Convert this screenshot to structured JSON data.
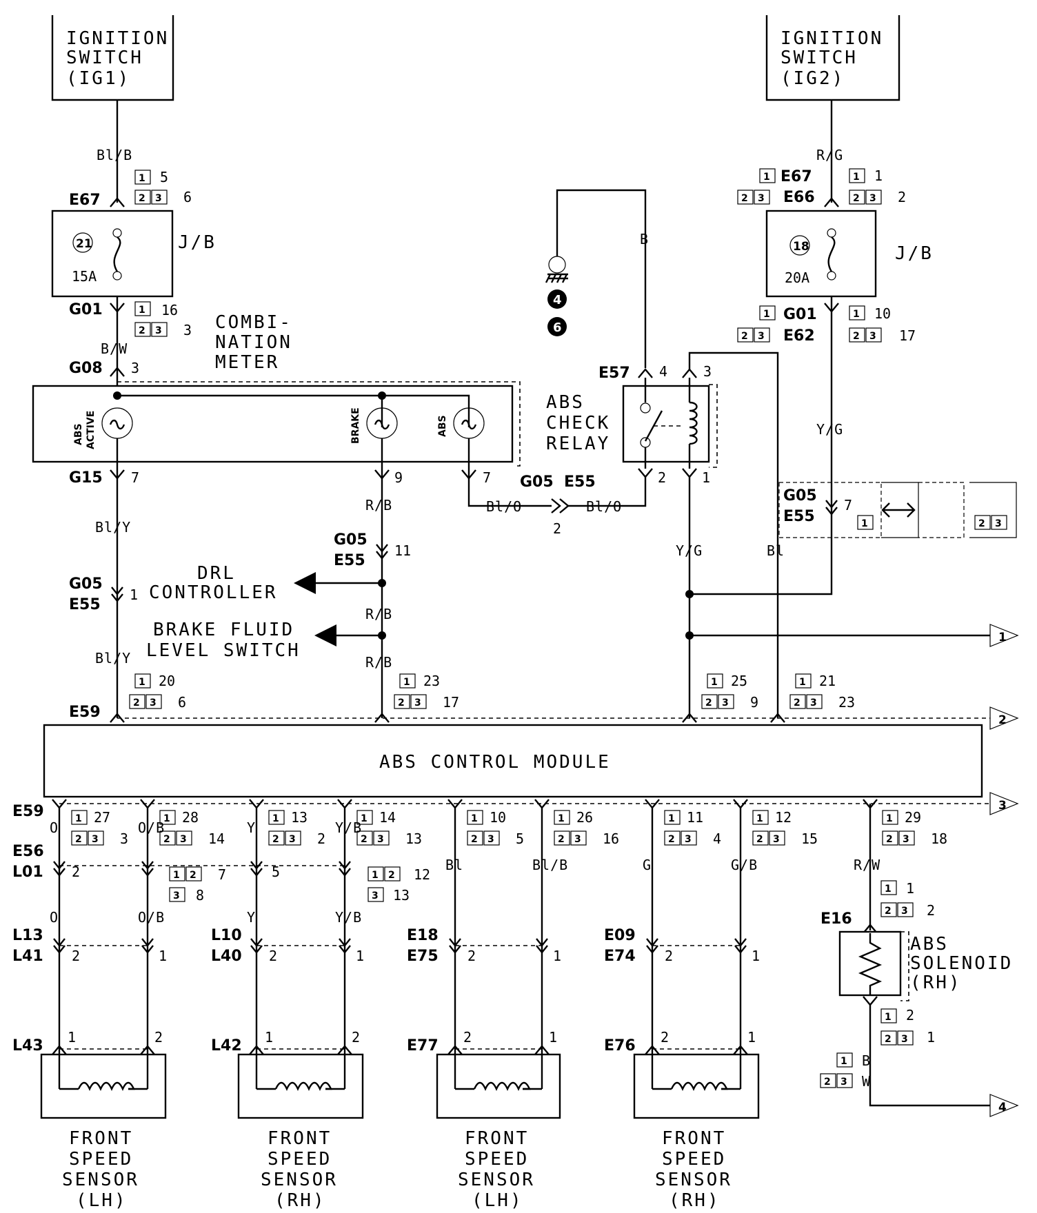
{
  "ignition_switch_ig1": [
    "IGNITION",
    "SWITCH",
    "(IG1)"
  ],
  "ignition_switch_ig2": [
    "IGNITION",
    "SWITCH",
    "(IG2)"
  ],
  "junction_block_label": "J/B",
  "fuse_21": {
    "number": "21",
    "rating": "15A"
  },
  "fuse_18": {
    "number": "18",
    "rating": "20A"
  },
  "combination_meter": [
    "COMBI-",
    "NATION",
    "METER"
  ],
  "indicators": {
    "abs_active": [
      "ABS",
      "ACTIVE"
    ],
    "brake": "BRAKE",
    "abs": "ABS"
  },
  "abs_check_relay": [
    "ABS",
    "CHECK",
    "RELAY"
  ],
  "drl_controller": [
    "DRL",
    "CONTROLLER"
  ],
  "brake_fluid_level_switch": [
    "BRAKE FLUID",
    "LEVEL SWITCH"
  ],
  "abs_control_module": "ABS CONTROL MODULE",
  "abs_solenoid": [
    "ABS",
    "SOLENOID",
    "(RH)"
  ],
  "front_speed_sensors": [
    [
      "FRONT",
      "SPEED",
      "SENSOR",
      "(LH)"
    ],
    [
      "FRONT",
      "SPEED",
      "SENSOR",
      "(RH)"
    ],
    [
      "FRONT",
      "SPEED",
      "SENSOR",
      "(LH)"
    ],
    [
      "FRONT",
      "SPEED",
      "SENSOR",
      "(RH)"
    ]
  ],
  "ground_refs": [
    "4",
    "6"
  ],
  "off_page_connectors": [
    "1",
    "2",
    "3",
    "4"
  ],
  "variant_tags": [
    "1",
    "2",
    "3"
  ],
  "wire_colors": {
    "ig1_out": "Bl/B",
    "fuse21_out": "B/W",
    "meter_ground_side": "Bl/Y",
    "brake_side": "R/B",
    "relay_link_a": "Bl/O",
    "relay_link_b": "Bl/O",
    "ground_wire": "B",
    "ig2_out": "R/G",
    "fuse18_out": "Y/G",
    "relay_coil": "Y/G",
    "relay_switch": "Bl",
    "sensor_wires": [
      "O",
      "O/B",
      "Y",
      "Y/B",
      "Bl",
      "Bl/B",
      "G",
      "G/B"
    ],
    "solenoid": "R/W",
    "solenoid_gnd_1": "B",
    "solenoid_gnd_23": "W"
  },
  "connectors": {
    "E67": "E67",
    "G01": "G01",
    "G08": "G08",
    "G15": "G15",
    "G05": "G05",
    "E55": "E55",
    "E59": "E59",
    "E57": "E57",
    "E66": "E66",
    "E62": "E62",
    "E56": "E56",
    "L01": "L01",
    "L13": "L13",
    "L41": "L41",
    "L10": "L10",
    "L40": "L40",
    "E18": "E18",
    "E75": "E75",
    "E09": "E09",
    "E74": "E74",
    "L43": "L43",
    "L42": "L42",
    "E77": "E77",
    "E76": "E76",
    "E16": "E16"
  },
  "pins": {
    "ig1_e67": [
      "5",
      "6"
    ],
    "ig1_g01": [
      "16",
      "3"
    ],
    "g08": "3",
    "g15": "7",
    "brake_9": "9",
    "abs_7": "7",
    "g05_e55_link": "2",
    "drl_11": "11",
    "bly_1": "1",
    "e59_top": [
      [
        "20",
        "6"
      ],
      [
        "23",
        "17"
      ],
      [
        "25",
        "9"
      ],
      [
        "21",
        "23"
      ]
    ],
    "relay": [
      "4",
      "3",
      "2",
      "1"
    ],
    "ig2_e67": [
      "1",
      "2"
    ],
    "ig2_g01": [
      "10",
      "17"
    ],
    "g05_e55_7": "7",
    "e59_bottom": [
      [
        "27",
        "3"
      ],
      [
        "28",
        "14"
      ],
      [
        "13",
        "2"
      ],
      [
        "14",
        "13"
      ],
      [
        "10",
        "5"
      ],
      [
        "26",
        "16"
      ],
      [
        "11",
        "4"
      ],
      [
        "12",
        "15"
      ],
      [
        "29",
        "18"
      ]
    ],
    "e56_l01_o": "2",
    "e56_l01_y": "5",
    "e56_l01_ob": [
      "7",
      "8"
    ],
    "e56_l01_yb": [
      "12",
      "13"
    ],
    "sensor_conn": [
      "2",
      "1",
      "2",
      "1",
      "2",
      "1",
      "2",
      "1"
    ],
    "sensor_end": [
      "1",
      "2",
      "1",
      "2",
      "2",
      "1",
      "2",
      "1"
    ],
    "solenoid_top": [
      "1",
      "2"
    ],
    "solenoid_bottom": [
      "2",
      "1"
    ]
  }
}
